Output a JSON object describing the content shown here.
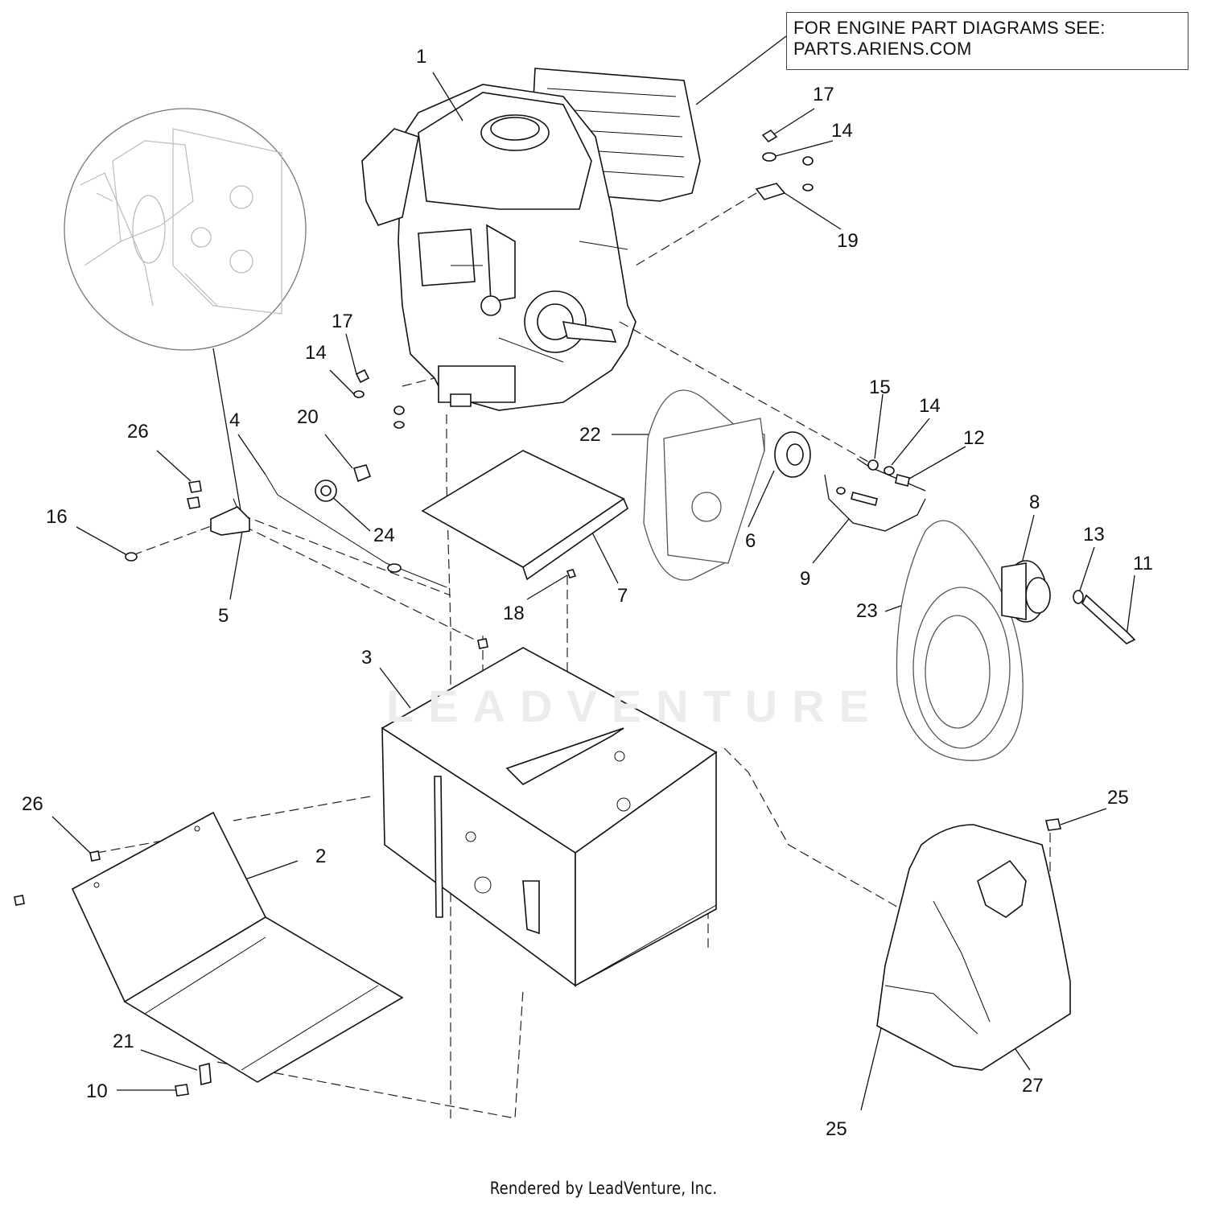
{
  "note": {
    "line1": "FOR ENGINE PART DIAGRAMS SEE:",
    "line2": "PARTS.ARIENS.COM"
  },
  "watermark": "LEADVENTURE",
  "footer": "Rendered by LeadVenture, Inc.",
  "callouts": [
    {
      "id": "c1",
      "label": "1"
    },
    {
      "id": "c2",
      "label": "2"
    },
    {
      "id": "c3",
      "label": "3"
    },
    {
      "id": "c4",
      "label": "4"
    },
    {
      "id": "c5",
      "label": "5"
    },
    {
      "id": "c6",
      "label": "6"
    },
    {
      "id": "c7",
      "label": "7"
    },
    {
      "id": "c8",
      "label": "8"
    },
    {
      "id": "c9",
      "label": "9"
    },
    {
      "id": "c10",
      "label": "10"
    },
    {
      "id": "c11",
      "label": "11"
    },
    {
      "id": "c12",
      "label": "12"
    },
    {
      "id": "c13",
      "label": "13"
    },
    {
      "id": "c14a",
      "label": "14"
    },
    {
      "id": "c14b",
      "label": "14"
    },
    {
      "id": "c14c",
      "label": "14"
    },
    {
      "id": "c15",
      "label": "15"
    },
    {
      "id": "c16",
      "label": "16"
    },
    {
      "id": "c17a",
      "label": "17"
    },
    {
      "id": "c17b",
      "label": "17"
    },
    {
      "id": "c18",
      "label": "18"
    },
    {
      "id": "c19",
      "label": "19"
    },
    {
      "id": "c20",
      "label": "20"
    },
    {
      "id": "c21",
      "label": "21"
    },
    {
      "id": "c22",
      "label": "22"
    },
    {
      "id": "c23",
      "label": "23"
    },
    {
      "id": "c24",
      "label": "24"
    },
    {
      "id": "c25a",
      "label": "25"
    },
    {
      "id": "c25b",
      "label": "25"
    },
    {
      "id": "c26a",
      "label": "26"
    },
    {
      "id": "c26b",
      "label": "26"
    },
    {
      "id": "c27",
      "label": "27"
    }
  ]
}
